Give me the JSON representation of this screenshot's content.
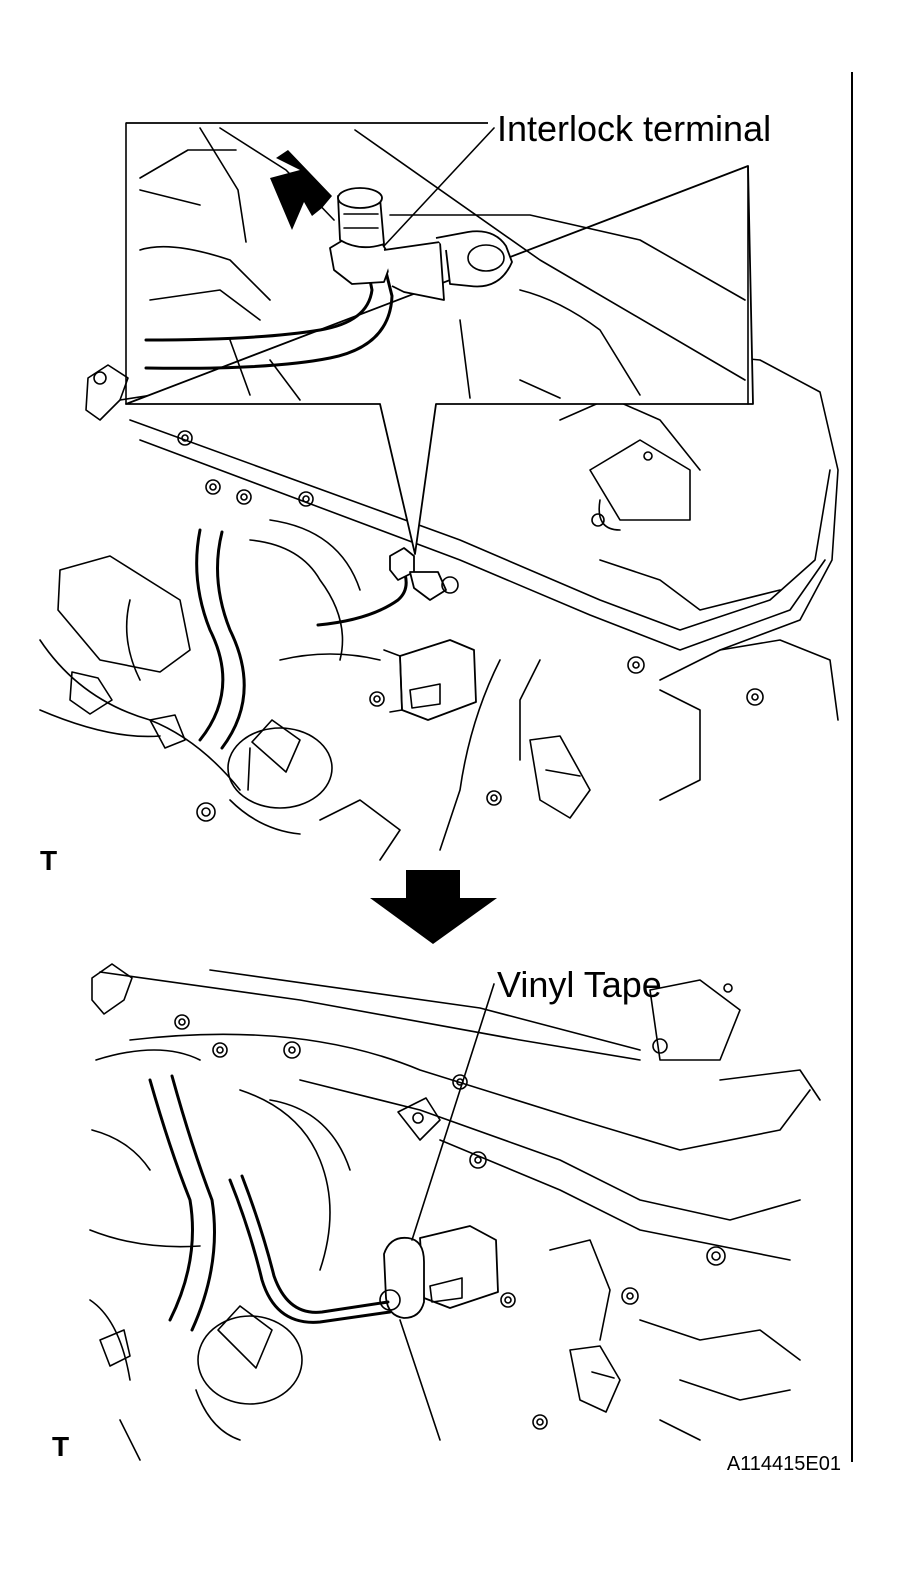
{
  "labels": {
    "interlock_terminal": "Interlock terminal",
    "vinyl_tape": "Vinyl Tape",
    "top_view_marker": "T",
    "bottom_view_marker": "T",
    "figure_code": "A114415E01"
  },
  "colors": {
    "ink": "#000000",
    "paper": "#ffffff"
  },
  "icons": {
    "pointer": "black-diagonal-arrow-icon",
    "step": "down-arrow-icon"
  }
}
